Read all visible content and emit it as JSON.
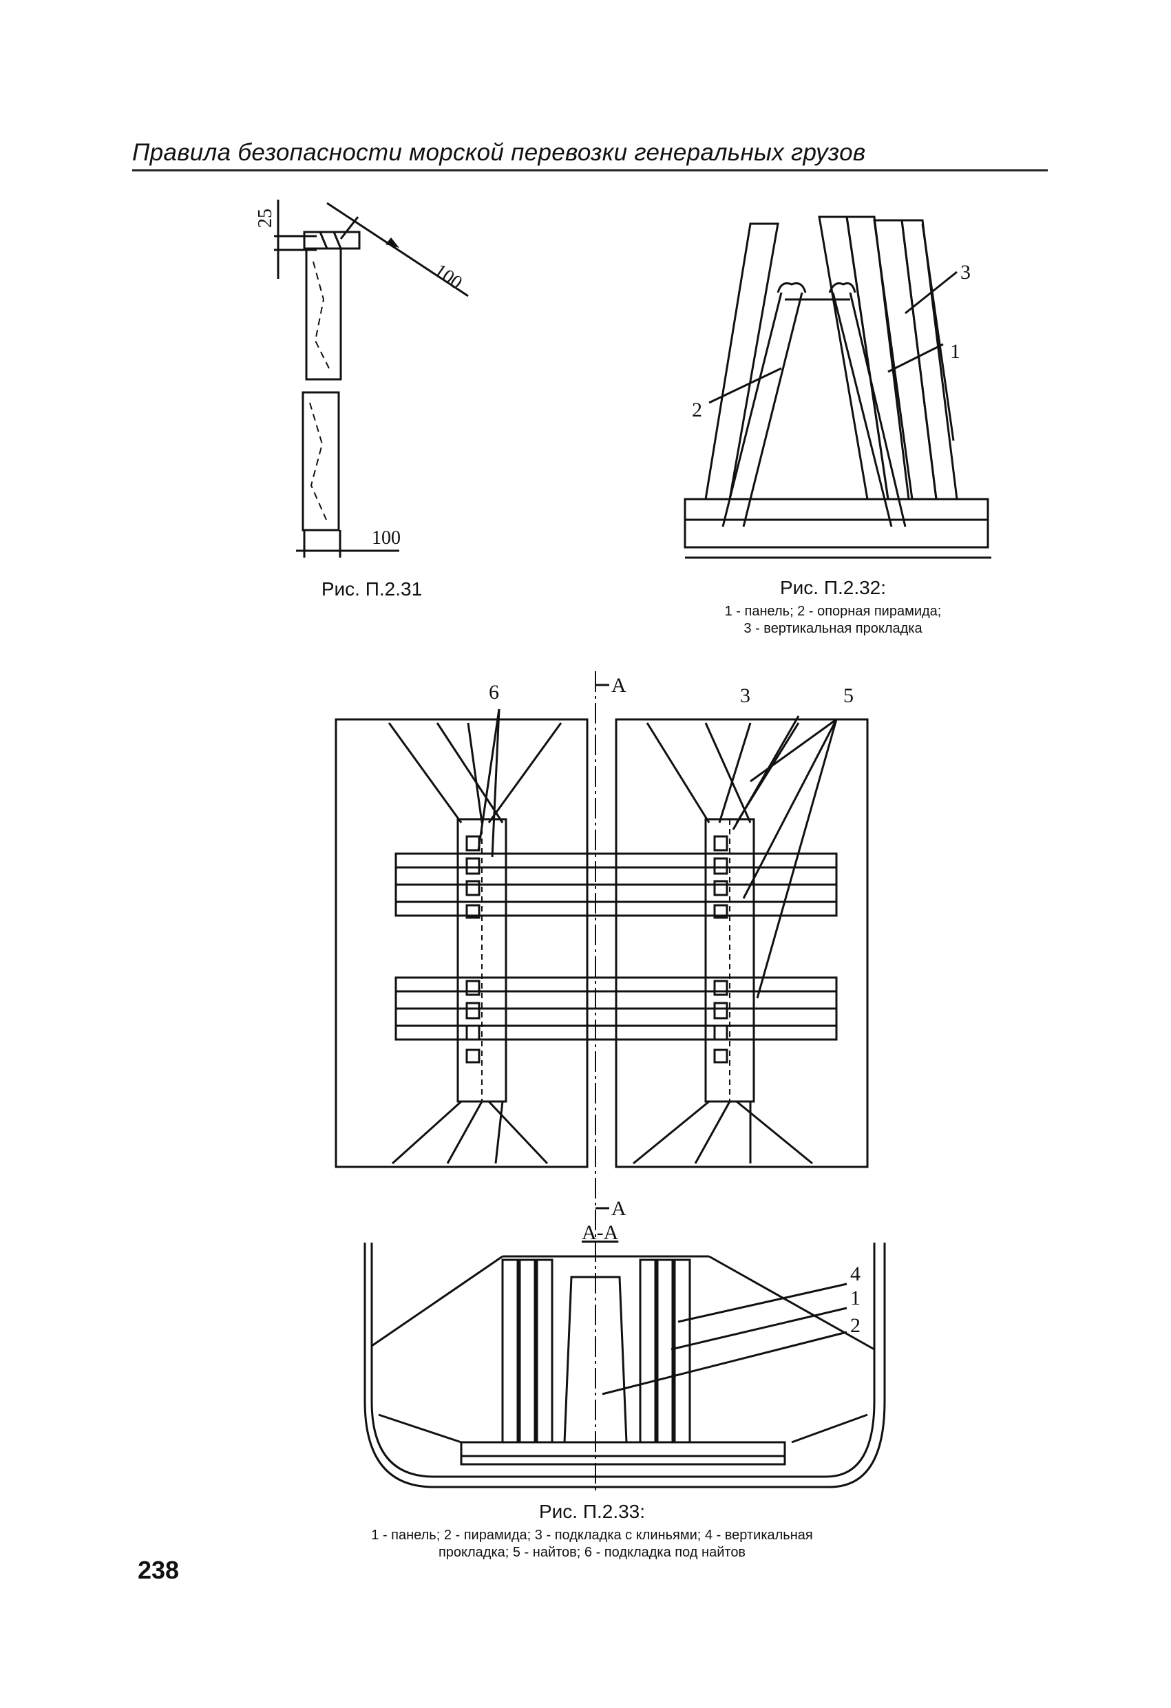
{
  "header": {
    "title": "Правила безопасности морской перевозки генеральных грузов"
  },
  "figures": {
    "fig31": {
      "caption": "Рис. П.2.31",
      "dims": [
        "25",
        "100",
        "100"
      ]
    },
    "fig32": {
      "caption": "Рис. П.2.32:",
      "legend_line1": "1 - панель; 2 - опорная пирамида;",
      "legend_line2": "3 - вертикальная прокладка",
      "labels": [
        "1",
        "2",
        "3"
      ]
    },
    "fig33": {
      "caption": "Рис. П.2.33:",
      "legend_line1": "1 - панель; 2 - пирамида; 3 - подкладка с клиньями; 4 - вертикальная",
      "legend_line2": "прокладка; 5 - найтов; 6 - подкладка под найтов",
      "labels": [
        "6",
        "3",
        "5",
        "4",
        "1",
        "2"
      ],
      "section_mark": "A",
      "section_title": "A-A"
    }
  },
  "page_number": "238"
}
